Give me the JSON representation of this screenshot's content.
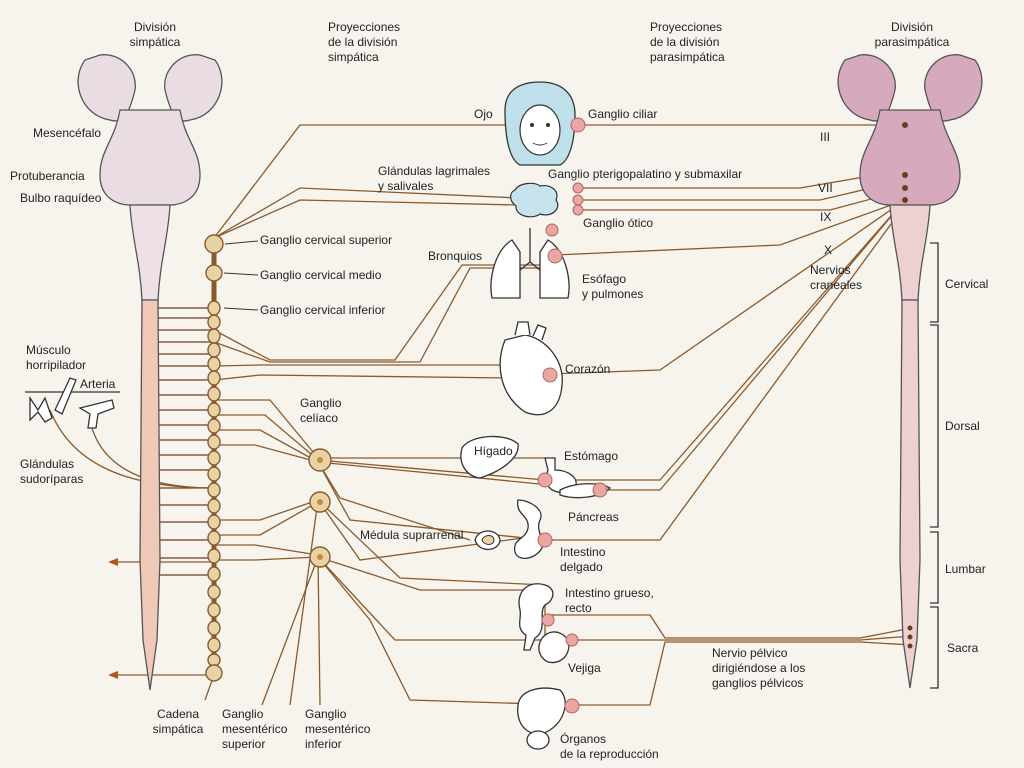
{
  "headers": {
    "div_simp": [
      "División",
      "simpática"
    ],
    "proj_simp": [
      "Proyecciones",
      "de la división",
      "simpática"
    ],
    "proj_para": [
      "Proyecciones",
      "de la división",
      "parasimpática"
    ],
    "div_para": [
      "División",
      "parasimpática"
    ]
  },
  "brainstem": {
    "mesencefalo": "Mesencéfalo",
    "protuberancia": "Protuberancia",
    "bulbo": "Bulbo raquídeo"
  },
  "skin": {
    "musculo": [
      "Músculo",
      "horripilador"
    ],
    "arteria": "Arteria",
    "glandulas": [
      "Glándulas",
      "sudoríparas"
    ]
  },
  "ganglia": {
    "cerv_sup": "Ganglio cervical superior",
    "cerv_med": "Ganglio cervical medio",
    "cerv_inf": "Ganglio cervical inferior",
    "celiaco": [
      "Ganglio",
      "celíaco"
    ],
    "cadena": [
      "Cadena",
      "simpática"
    ],
    "mes_sup": [
      "Ganglio",
      "mesentérico",
      "superior"
    ],
    "mes_inf": [
      "Ganglio",
      "mesentérico",
      "inferior"
    ],
    "ciliar": "Ganglio ciliar",
    "pterigo": "Ganglio pterigopalatino y submaxilar",
    "otico": "Ganglio ótico"
  },
  "organs": {
    "ojo": "Ojo",
    "lagrimales": [
      "Glándulas lagrimales",
      "y salivales"
    ],
    "bronquios": "Bronquios",
    "esofago": [
      "Esófago",
      "y pulmones"
    ],
    "corazon": "Corazón",
    "higado": "Hígado",
    "estomago": "Estómago",
    "pancreas": "Páncreas",
    "medula_supra": "Médula suprarrenal",
    "intestino_delgado": [
      "Intestino",
      "delgado"
    ],
    "intestino_grueso": [
      "Intestino grueso,",
      "recto"
    ],
    "vejiga": "Vejiga",
    "organos_repro": [
      "Órganos",
      "de la reproducción"
    ]
  },
  "cranial": {
    "III": "III",
    "VII": "VII",
    "IX": "IX",
    "X": "X",
    "nervios": [
      "Nervios",
      "craneales"
    ]
  },
  "pelvic": [
    "Nervio pélvico",
    "dirigiéndose a los",
    "ganglios pélvicos"
  ],
  "regions": {
    "cervical": "Cervical",
    "dorsal": "Dorsal",
    "lumbar": "Lumbar",
    "sacra": "Sacra"
  },
  "colors": {
    "nerve": "#8a5a2b",
    "brain_left": "#e9dde3",
    "brain_right": "#d7a9bd",
    "cord_left": "#f0c8b8",
    "cord_right": "#ecd0d2",
    "ganglion": "#e7d3a6",
    "para_ganglion": "#e9a6a2"
  }
}
